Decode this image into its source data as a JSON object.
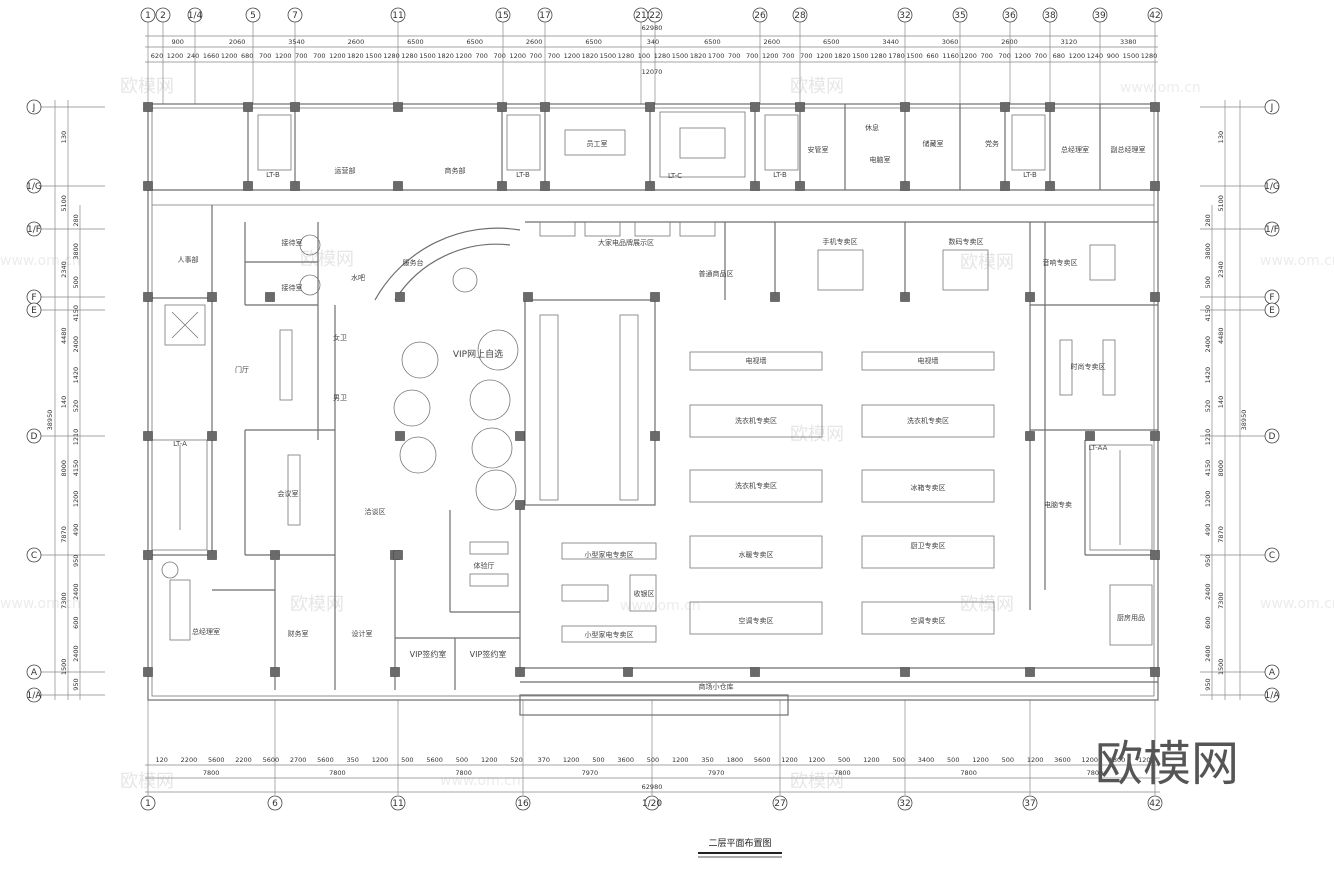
{
  "drawing": {
    "title": "二层平面布置图",
    "watermark_logo": "欧模网",
    "watermark_url": "www.om.cn",
    "overall_dimension": "62980",
    "overall_height_dimension": "38950"
  },
  "axes": {
    "top": [
      "1",
      "2",
      "1/4",
      "5",
      "7",
      "11",
      "15",
      "17",
      "21",
      "22",
      "26",
      "28",
      "32",
      "35",
      "36",
      "38",
      "39",
      "42"
    ],
    "bottom": [
      "1",
      "6",
      "11",
      "16",
      "1/20",
      "27",
      "32",
      "37",
      "42"
    ],
    "left": [
      "J",
      "1/G",
      "1/F",
      "F",
      "E",
      "D",
      "C",
      "A",
      "1/A"
    ]
  },
  "dimensions": {
    "top_primary": [
      "900",
      "2060",
      "3540",
      "2600",
      "6500",
      "6500",
      "2600",
      "6500",
      "340",
      "6500",
      "2600",
      "6500",
      "3440",
      "3060",
      "2600",
      "3120",
      "3380"
    ],
    "top_secondary": [
      "620",
      "1200",
      "240",
      "1660",
      "1200",
      "680",
      "700",
      "1200",
      "700",
      "700",
      "1200",
      "1820",
      "1500",
      "1280",
      "1280",
      "1500",
      "1820",
      "1200",
      "700",
      "700",
      "1200",
      "700",
      "700",
      "1200",
      "1820",
      "1500",
      "1280",
      "100",
      "1280",
      "1500",
      "1820",
      "1700",
      "700",
      "700",
      "1200",
      "700",
      "700",
      "1200",
      "1820",
      "1500",
      "1280",
      "1780",
      "1500",
      "660",
      "1160",
      "1200",
      "700",
      "700",
      "1200",
      "700",
      "680",
      "1200",
      "1240",
      "900",
      "1500",
      "1280"
    ],
    "bottom_secondary": [
      "120",
      "2200",
      "5600",
      "2200",
      "5600",
      "2700",
      "5600",
      "350",
      "1200",
      "500",
      "5600",
      "500",
      "1200",
      "520",
      "370",
      "1200",
      "500",
      "3600",
      "500",
      "1200",
      "350",
      "1800",
      "5600",
      "1200",
      "1200",
      "500",
      "1200",
      "500",
      "3400",
      "500",
      "1200",
      "500",
      "1200",
      "3600",
      "1200",
      "1800",
      "120"
    ],
    "bottom_primary": [
      "7800",
      "7800",
      "7800",
      "7970",
      "7970",
      "7800",
      "7800",
      "7800"
    ],
    "left_primary": [
      "130",
      "5100",
      "2340",
      "4480",
      "140",
      "8000",
      "7870",
      "7300",
      "1500"
    ],
    "left_secondary": [
      "280",
      "3800",
      "500",
      "4150",
      "2400",
      "1420",
      "520",
      "1210",
      "4150",
      "1200",
      "490",
      "950",
      "2400",
      "600",
      "2400",
      "950"
    ],
    "note_center": "12070"
  },
  "rooms": {
    "stair_b": "LT-B",
    "stair_c": "LT-C",
    "stair_a": "LT-A",
    "stair_aa": "LT-AA",
    "operations": "运营部",
    "business": "商务部",
    "staff": "员工室",
    "security": "安管室",
    "rest": "休息",
    "computer": "电脑室",
    "storage": "储藏室",
    "party": "党务",
    "gm_office": "总经理室",
    "deputy_office": "副总经理室",
    "hr": "人事部",
    "reception1": "接待室",
    "reception2": "接待室",
    "lobby": "门厅",
    "water_bar": "水吧",
    "service_desk": "服务台",
    "female_wc": "女卫",
    "male_wc": "男卫",
    "vip_online": "VIP网上自选",
    "meeting": "会议室",
    "lounge": "洽谈区",
    "manager": "总经理室",
    "finance": "财务室",
    "design": "设计室",
    "experience": "体验厅",
    "vip_sign1": "VIP签约室",
    "vip_sign2": "VIP签约室",
    "appliance_brand": "大家电品牌展示区",
    "general_goods": "普通商品区",
    "mobile": "手机专卖区",
    "digital": "数码专卖区",
    "audio": "音响专卖区",
    "fashion": "时尚专卖区",
    "tv_wall1": "电视墙",
    "tv_wall2": "电视墙",
    "washer1": "洗衣机专卖区",
    "washer2": "洗衣机专卖区",
    "washer3": "洗衣机专卖区",
    "fridge": "冰箱专卖区",
    "small_appl1": "小型家电专卖区",
    "small_appl2": "小型家电专卖区",
    "cashier": "收银区",
    "heater": "水暖专卖区",
    "kitchen": "厨卫专卖区",
    "ac1": "空调专卖区",
    "ac2": "空调专卖区",
    "computer_shop": "电脑专卖",
    "kitchenware": "厨房用品",
    "warehouse": "商场小仓库"
  }
}
